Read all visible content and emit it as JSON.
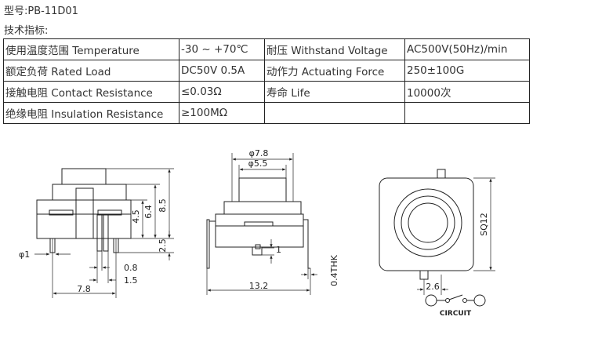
{
  "model_line": "型号:PB-11D01",
  "specs_label": "技术指标:",
  "spec_rows": [
    [
      "使用温度范围 Temperature",
      "-30 ~ +70℃",
      "耐压 Withstand Voltage",
      "AC500V(50Hz)/min"
    ],
    [
      "额定负荷 Rated Load",
      "DC50V 0.5A",
      "动作力 Actuating Force",
      "250±100G"
    ],
    [
      "接触电阻 Contact Resistance",
      "≤0.03Ω",
      "寿命 Life",
      "10000次"
    ],
    [
      "绝缘电阻 Insulation Resistance",
      "≥100MΩ",
      "",
      ""
    ]
  ],
  "side_view": {
    "height_total": "8.5",
    "height_body": "6.4",
    "height_upper": "4.5",
    "pin_length": "2.5",
    "pin_diameter": "φ1",
    "pin_width": "0.8",
    "pin_pitch": "1.5",
    "body_width": "7.8"
  },
  "front_view": {
    "cap_outer_diameter": "φ7.8",
    "cap_inner_diameter": "φ5.5",
    "terminal_height": "1",
    "terminal_thickness": "0.4THK",
    "overall_width": "13.2"
  },
  "top_view": {
    "body_square": "SQ12",
    "terminal_pitch": "2.6",
    "circuit_label": "CIRCUIT"
  }
}
